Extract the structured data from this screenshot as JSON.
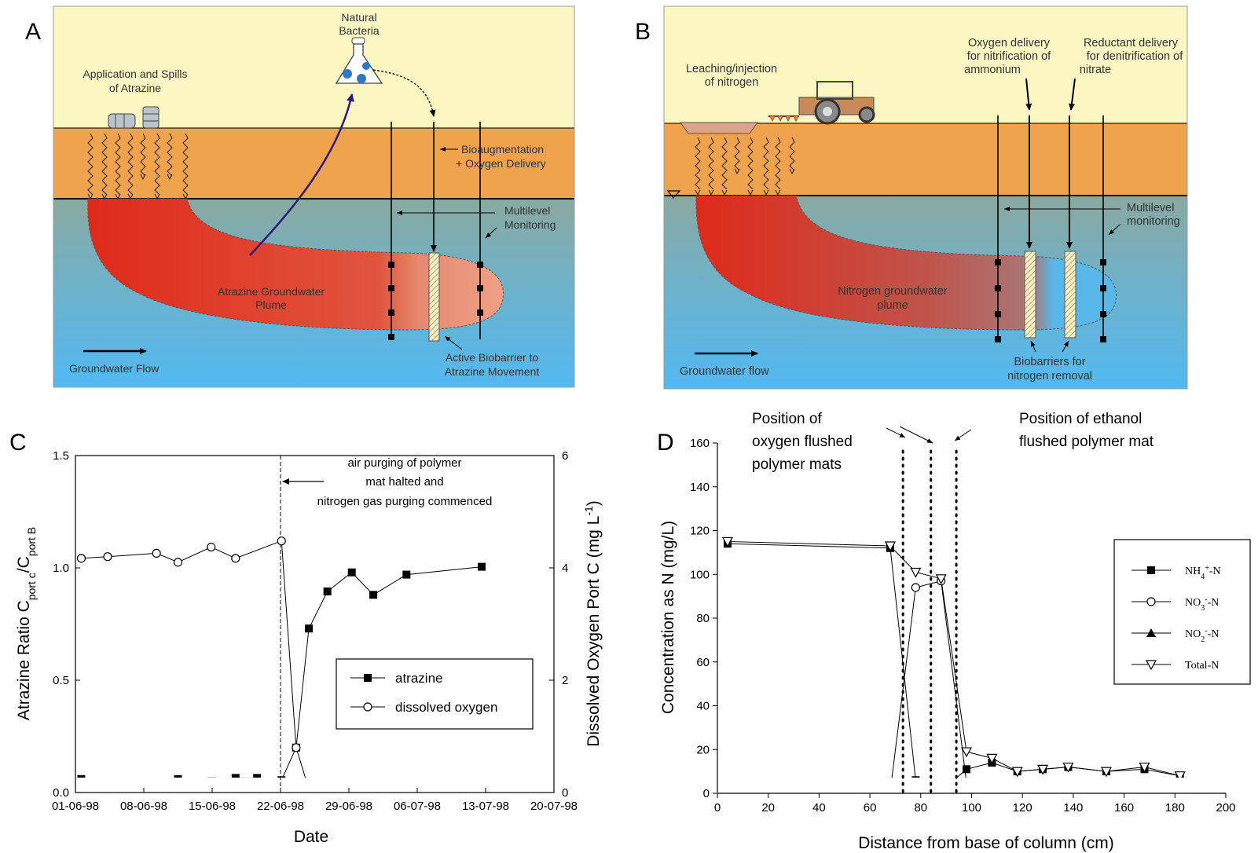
{
  "panel_letters": {
    "a": "A",
    "b": "B",
    "c": "C",
    "d": "D"
  },
  "colors": {
    "sky": "#fbf6c2",
    "soil_top": "#f0a24c",
    "water_top": "#7fb0a8",
    "water_bottom": "#5ab8ef",
    "plume": "#e0301c"
  },
  "diagram_a": {
    "label_application": "Application and Spills",
    "label_application2": "of Atrazine",
    "label_bacteria": "Natural",
    "label_bacteria2": "Bacteria",
    "label_bioaug": "Bioaugmentation",
    "label_bioaug2": "+ Oxygen Delivery",
    "label_monitoring": "Multilevel",
    "label_monitoring2": "Monitoring",
    "label_plume": "Atrazine Groundwater",
    "label_plume2": "Plume",
    "label_flow": "Groundwater Flow",
    "label_barrier": "Active Biobarrier to",
    "label_barrier2": "Atrazine Movement"
  },
  "diagram_b": {
    "label_leaching": "Leaching/injection",
    "label_leaching2": "of nitrogen",
    "label_oxygen": "Oxygen delivery",
    "label_oxygen2": "for nitrification of",
    "label_oxygen3": "ammonium",
    "label_reductant": "Reductant delivery",
    "label_reductant2": "for denitrification of",
    "label_reductant3": "nitrate",
    "label_monitoring": "Multilevel",
    "label_monitoring2": "monitoring",
    "label_plume": "Nitrogen groundwater",
    "label_plume2": "plume",
    "label_flow": "Groundwater flow",
    "label_barrier": "Biobarriers for",
    "label_barrier2": "nitrogen removal"
  },
  "chart_data": [
    {
      "type": "scatter",
      "panel": "C",
      "xlabel": "Date",
      "ylabel_main": "Atrazine Ratio C",
      "ylabel_sub1": "port c",
      "ylabel_mid": "/C",
      "ylabel_sub2": "port B",
      "y2label_main": "Dissolved Oxygen Port C (mg L",
      "y2label_sup": "-1",
      "y2label_end": ")",
      "x_ticks": [
        "01-06-98",
        "08-06-98",
        "15-06-98",
        "22-06-98",
        "29-06-98",
        "06-07-98",
        "13-07-98",
        "20-07-98"
      ],
      "x_tick_days": [
        0,
        7,
        14,
        21,
        28,
        35,
        42,
        49
      ],
      "xlim_days": [
        0,
        49
      ],
      "ylim": [
        0,
        1.5
      ],
      "y_ticks": [
        "0.0",
        "0.5",
        "1.0",
        "1.5"
      ],
      "y2lim": [
        0,
        6
      ],
      "y2_ticks": [
        "0",
        "2",
        "4",
        "6"
      ],
      "vline_day": 21,
      "annotation": [
        "air purging of polymer",
        "mat halted and",
        "nitrogen gas purging commenced"
      ],
      "legend_position": "center-right",
      "series": [
        {
          "name": "atrazine",
          "axis": "left",
          "marker": "square-filled",
          "x_days": [
            0.6,
            3.3,
            8.3,
            10.5,
            13.9,
            16.4,
            18.6,
            21.1,
            22.6,
            23.9,
            25.8,
            28.3,
            30.5,
            33.9,
            41.6
          ],
          "y": [
            0.06,
            0.015,
            0.045,
            0.06,
            0.05,
            0.065,
            0.065,
            0.055,
            0.2,
            0.73,
            0.895,
            0.98,
            0.88,
            0.97,
            1.005
          ]
        },
        {
          "name": "dissolved oxygen",
          "axis": "right",
          "marker": "circle-open",
          "x_days": [
            0.6,
            3.3,
            8.3,
            10.5,
            13.9,
            16.4,
            21.1,
            22.6,
            23.9,
            25.8,
            28.3,
            30.5,
            33.9,
            41.6
          ],
          "y": [
            4.17,
            4.2,
            4.26,
            4.1,
            4.37,
            4.17,
            4.48,
            0.8,
            0.06,
            0.05,
            0.01,
            0.01,
            0.01,
            0.03
          ]
        }
      ]
    },
    {
      "type": "line",
      "panel": "D",
      "xlabel": "Distance from base of column (cm)",
      "ylabel": "Concentration as N (mg/L)",
      "xlim": [
        0,
        200
      ],
      "ylim": [
        0,
        160
      ],
      "x_ticks": [
        "0",
        "20",
        "40",
        "60",
        "80",
        "100",
        "120",
        "140",
        "160",
        "180",
        "200"
      ],
      "y_ticks": [
        "0",
        "20",
        "40",
        "60",
        "80",
        "100",
        "120",
        "140",
        "160"
      ],
      "vlines_x": [
        73,
        84,
        94
      ],
      "annotation_left": [
        "Position of",
        "oxygen flushed",
        "polymer mats"
      ],
      "annotation_right": [
        "Position of ethanol",
        "flushed  polymer mat"
      ],
      "legend_position": "right",
      "legend_labels": [
        {
          "main": "NH",
          "sub": "4",
          "sup": "+",
          "end": "-N"
        },
        {
          "main": "NO",
          "sub": "3",
          "sup": "-",
          "end": "-N"
        },
        {
          "main": "NO",
          "sub": "2",
          "sup": "-",
          "end": "-N"
        },
        {
          "main": "Total-N",
          "sub": "",
          "sup": "",
          "end": ""
        }
      ],
      "series": [
        {
          "name": "NH4+-N",
          "marker": "square-filled",
          "x": [
            4,
            68,
            78,
            88,
            98,
            108,
            118,
            128,
            138,
            153,
            168,
            182
          ],
          "y": [
            114,
            112,
            6,
            1,
            11,
            14,
            10,
            11,
            12,
            10,
            11,
            8
          ]
        },
        {
          "name": "NO3--N",
          "marker": "circle-open",
          "x": [
            4,
            68,
            78,
            88,
            98,
            108,
            118,
            128,
            138,
            153,
            168,
            182
          ],
          "y": [
            1,
            1,
            94,
            97,
            5,
            1,
            0.5,
            0,
            0,
            0,
            0,
            0
          ]
        },
        {
          "name": "NO2--N",
          "marker": "triangle-filled",
          "x": [
            4,
            68,
            78,
            88,
            98,
            108,
            118,
            128,
            138,
            153,
            168,
            182
          ],
          "y": [
            0,
            0,
            0,
            0,
            3,
            1,
            0,
            0,
            0,
            0,
            0,
            0
          ]
        },
        {
          "name": "Total-N",
          "marker": "triangle-open-down",
          "x": [
            4,
            68,
            78,
            88,
            98,
            108,
            118,
            128,
            138,
            153,
            168,
            182
          ],
          "y": [
            115,
            113,
            101,
            98,
            19,
            16,
            10,
            11,
            12,
            10,
            12,
            8
          ]
        }
      ]
    }
  ]
}
